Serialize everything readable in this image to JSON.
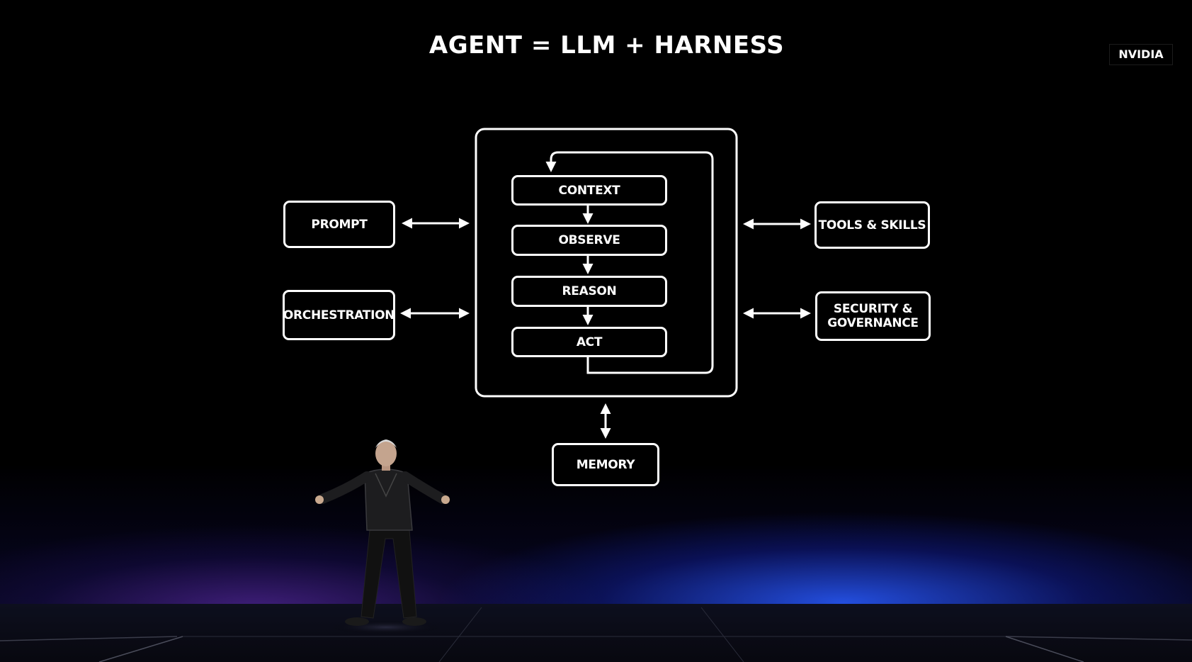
{
  "slide": {
    "title": "AGENT = LLM + HARNESS",
    "brand": "NVIDIA"
  },
  "diagram": {
    "loop_steps": [
      "CONTEXT",
      "OBSERVE",
      "REASON",
      "ACT"
    ],
    "left_nodes": [
      "PROMPT",
      "ORCHESTRATION"
    ],
    "right_nodes": [
      "TOOLS & SKILLS",
      "SECURITY & GOVERNANCE"
    ],
    "bottom_node": "MEMORY"
  },
  "colors": {
    "background": "#000000",
    "line": "#ffffff",
    "stage_glow_blue": "#2a5aff",
    "stage_glow_purple": "#6e32c8"
  }
}
